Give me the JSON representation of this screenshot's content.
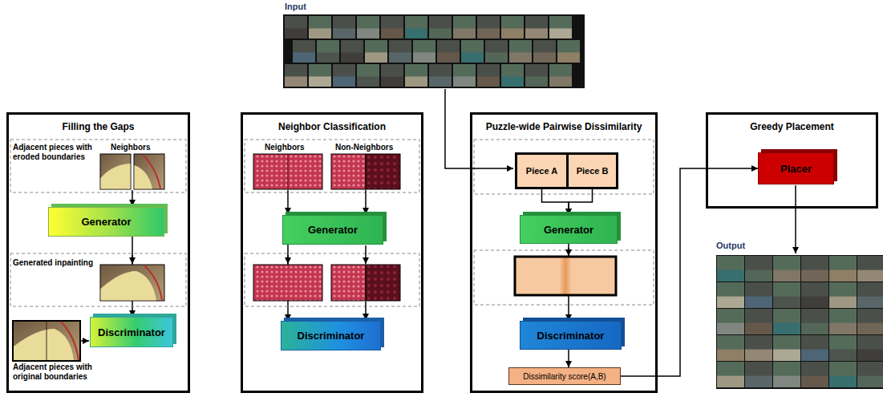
{
  "diagram": {
    "nodes": [
      {
        "text": [
          "Filling the Gaps"
        ]
      },
      {
        "text": [
          "Generator"
        ],
        "in": 0
      },
      {
        "text": [
          "Discriminator"
        ],
        "in": 0
      },
      {
        "text": [
          "Neighbor Classification"
        ]
      },
      {
        "text": [
          "Generator"
        ],
        "in": 3
      },
      {
        "text": [
          "Discriminator"
        ],
        "in": 3
      },
      {
        "text": [
          "Puzzle-wide Pairwise Dissimilarity"
        ]
      },
      {
        "text": [
          "Piece A"
        ],
        "in": 6
      },
      {
        "text": [
          "Piece B"
        ],
        "in": 6
      },
      {
        "text": [
          "Generator"
        ],
        "in": 6
      },
      {
        "text": [
          "Discriminator"
        ],
        "in": 6
      },
      {
        "text": [
          "Dissimilarity score(A,B)"
        ],
        "in": 6
      },
      {
        "text": [
          "Greedy Placement"
        ]
      },
      {
        "text": [
          "Placer"
        ],
        "in": 12
      }
    ],
    "edges": [
      {
        "from": 1,
        "to": 2,
        "arrow": "to"
      },
      {
        "from": 4,
        "to": 5,
        "arrow": "to"
      },
      {
        "from": 7,
        "to": 9,
        "arrow": "to"
      },
      {
        "from": 8,
        "to": 9,
        "arrow": "to"
      },
      {
        "from": 9,
        "to": 10,
        "arrow": "to"
      },
      {
        "from": 10,
        "to": 11,
        "arrow": "to"
      },
      {
        "from": 11,
        "to": 13,
        "arrow": "to"
      }
    ],
    "labels": [
      "Input",
      "Adjacent pieces with eroded boundaries",
      "Neighbors",
      "Generated inpainting",
      "Adjacent pieces with original boundaries",
      "Neighbors",
      "Non-Neighbors",
      "Output"
    ]
  }
}
